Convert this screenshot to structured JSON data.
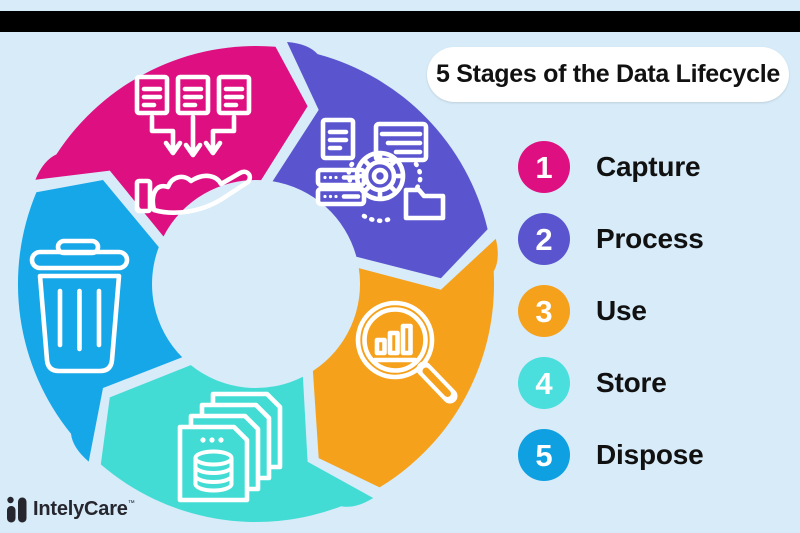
{
  "title": "5 Stages of the Data Lifecycle",
  "colors": {
    "background": "#D7EBF9",
    "top_bar": "#000000",
    "title_pill_bg": "#FFFFFF",
    "title_text": "#111111",
    "icon_stroke": "#FFFFFF"
  },
  "stages": [
    {
      "number": "1",
      "label": "Capture",
      "color": "#DE1081",
      "legend_color": "#DE1081",
      "icon": "documents-into-hand-icon"
    },
    {
      "number": "2",
      "label": "Process",
      "color": "#5A55CF",
      "legend_color": "#5A55CF",
      "icon": "data-processing-gear-icon"
    },
    {
      "number": "3",
      "label": "Use",
      "color": "#F5A11C",
      "legend_color": "#F5A11C",
      "icon": "magnifier-bar-chart-icon"
    },
    {
      "number": "4",
      "label": "Store",
      "color": "#43DCD5",
      "legend_color": "#4ADEDD",
      "icon": "document-stack-database-icon"
    },
    {
      "number": "5",
      "label": "Dispose",
      "color": "#16A7E9",
      "legend_color": "#0FA0E2",
      "icon": "trash-can-icon"
    }
  ],
  "logo": {
    "text": "IntelyCare",
    "trademark": "™"
  }
}
